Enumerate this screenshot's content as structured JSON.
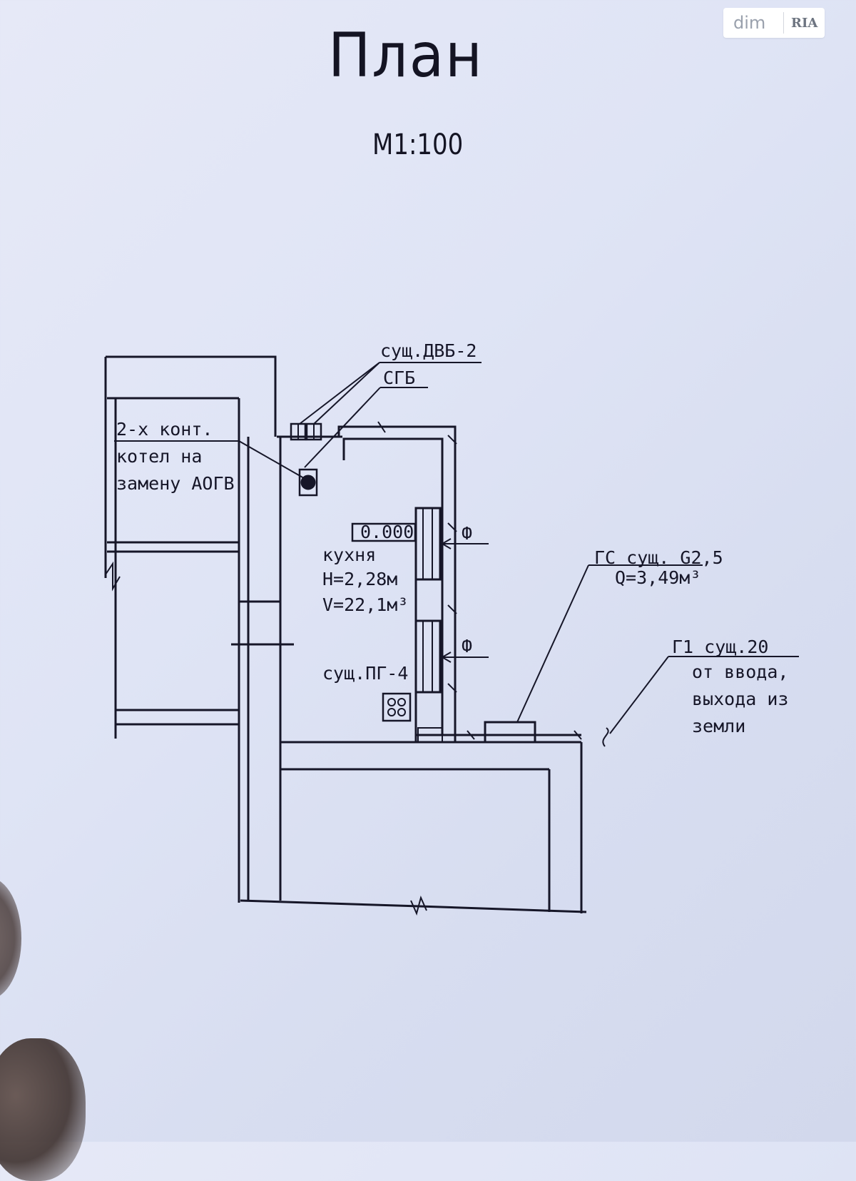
{
  "plan": {
    "title": "План",
    "scale": "М1:100"
  },
  "watermark": {
    "dim": "dim",
    "ria": "RIA"
  },
  "labels": {
    "dvb": "сущ.ДВБ-2",
    "sgb": "СГБ",
    "boiler_line1": "2-х конт.",
    "boiler_line2": "котел на",
    "boiler_line3": "замену АОГВ",
    "level_mark": "0.000",
    "room_name": "кухня",
    "room_height": "H=2,28м",
    "room_volume": "V=22,1м³",
    "stove": "сущ.ПГ-4",
    "window1": "Ф",
    "window2": "Ф",
    "meter_line1": "ГС сущ. G2,5",
    "meter_line2": "Q=3,49м³",
    "inlet_line1": "Г1 сущ.20",
    "inlet_line2": "от ввода,",
    "inlet_line3": "выхода из",
    "inlet_line4": "земли"
  }
}
